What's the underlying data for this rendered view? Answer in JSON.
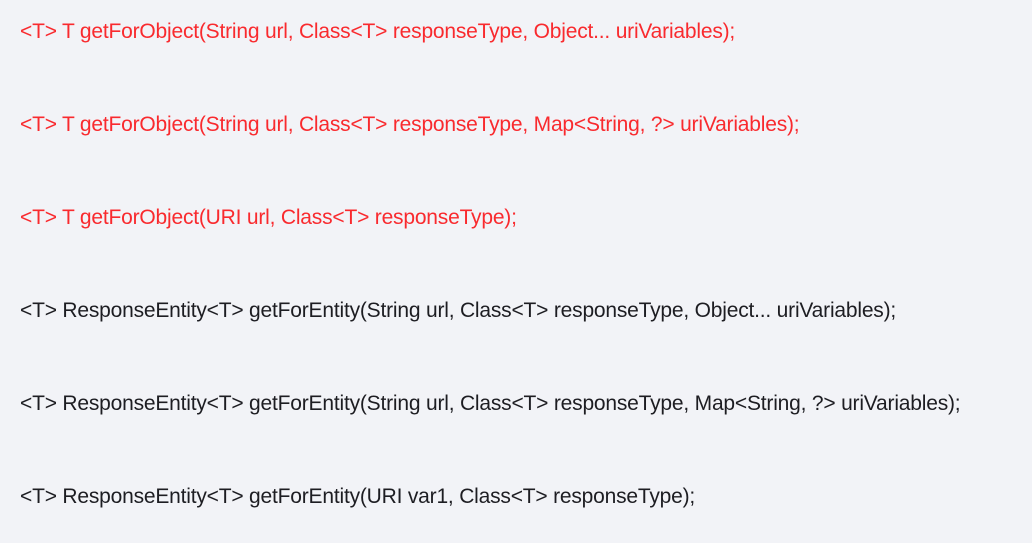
{
  "page": {
    "description": "Code snippet listing Java RestTemplate method signatures",
    "background_color": "#f2f3f7",
    "colors": {
      "highlight_red": "#f92a2e",
      "text_dark": "#1d1d22"
    }
  },
  "code_lines": [
    {
      "text": "<T> T getForObject(String url, Class<T> responseType, Object... uriVariables);",
      "color": "red"
    },
    {
      "text": "<T> T getForObject(String url, Class<T> responseType, Map<String, ?> uriVariables);",
      "color": "red"
    },
    {
      "text": "<T> T getForObject(URI url, Class<T> responseType);",
      "color": "red"
    },
    {
      "text": "<T> ResponseEntity<T> getForEntity(String url, Class<T> responseType, Object... uriVariables);",
      "color": "dark"
    },
    {
      "text": "<T> ResponseEntity<T> getForEntity(String url, Class<T> responseType, Map<String, ?> uriVariables);",
      "color": "dark"
    },
    {
      "text": "<T> ResponseEntity<T> getForEntity(URI var1, Class<T> responseType);",
      "color": "dark"
    }
  ]
}
